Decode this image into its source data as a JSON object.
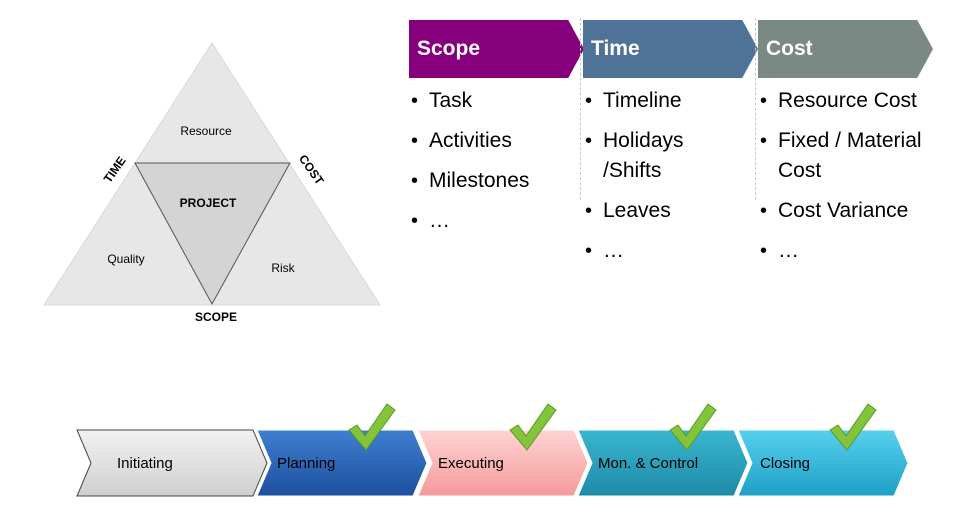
{
  "triangle": {
    "side_left": "TIME",
    "side_right": "COST",
    "bottom": "SCOPE",
    "center": "PROJECT",
    "top_region": "Resource",
    "left_region": "Quality",
    "right_region": "Risk"
  },
  "columns": [
    {
      "title": "Scope",
      "color": "#86007e",
      "items": [
        "Task",
        " Activities",
        "Milestones",
        "…"
      ]
    },
    {
      "title": "Time",
      "color": "#4f7396",
      "items": [
        "Timeline",
        " Holidays\n/Shifts",
        " Leaves",
        "…"
      ]
    },
    {
      "title": "Cost",
      "color": "#7b8985",
      "items": [
        "Resource Cost",
        "Fixed / Material\nCost",
        "Cost Variance",
        "…"
      ]
    }
  ],
  "process_steps": [
    {
      "label": "Initiating",
      "checked": false
    },
    {
      "label": "Planning",
      "checked": true
    },
    {
      "label": "Executing",
      "checked": true
    },
    {
      "label": "Mon. & Control",
      "checked": true
    },
    {
      "label": "Closing",
      "checked": true
    }
  ]
}
